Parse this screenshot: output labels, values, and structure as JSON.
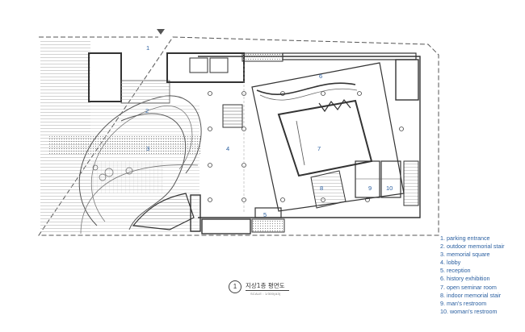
{
  "room_numbers": [
    "1",
    "2",
    "3",
    "4",
    "5",
    "6",
    "7",
    "8",
    "9",
    "10"
  ],
  "legend": [
    "1. parking entrance",
    "2. outdoor memorial stair",
    "3. memorial square",
    "4. lobby",
    "5. reception",
    "6. history exhibition",
    "7. open seminar room",
    "8. indoor memorial stair",
    "9. man's restroom",
    "10. woman's restroom"
  ],
  "title": {
    "number": "1",
    "name": "지상1층 평면도",
    "scale": "SCALE : 1/300(A3)"
  },
  "colors": {
    "label": "#2a5fa0",
    "line": "#333333",
    "hatch": "#9a9a9a"
  }
}
